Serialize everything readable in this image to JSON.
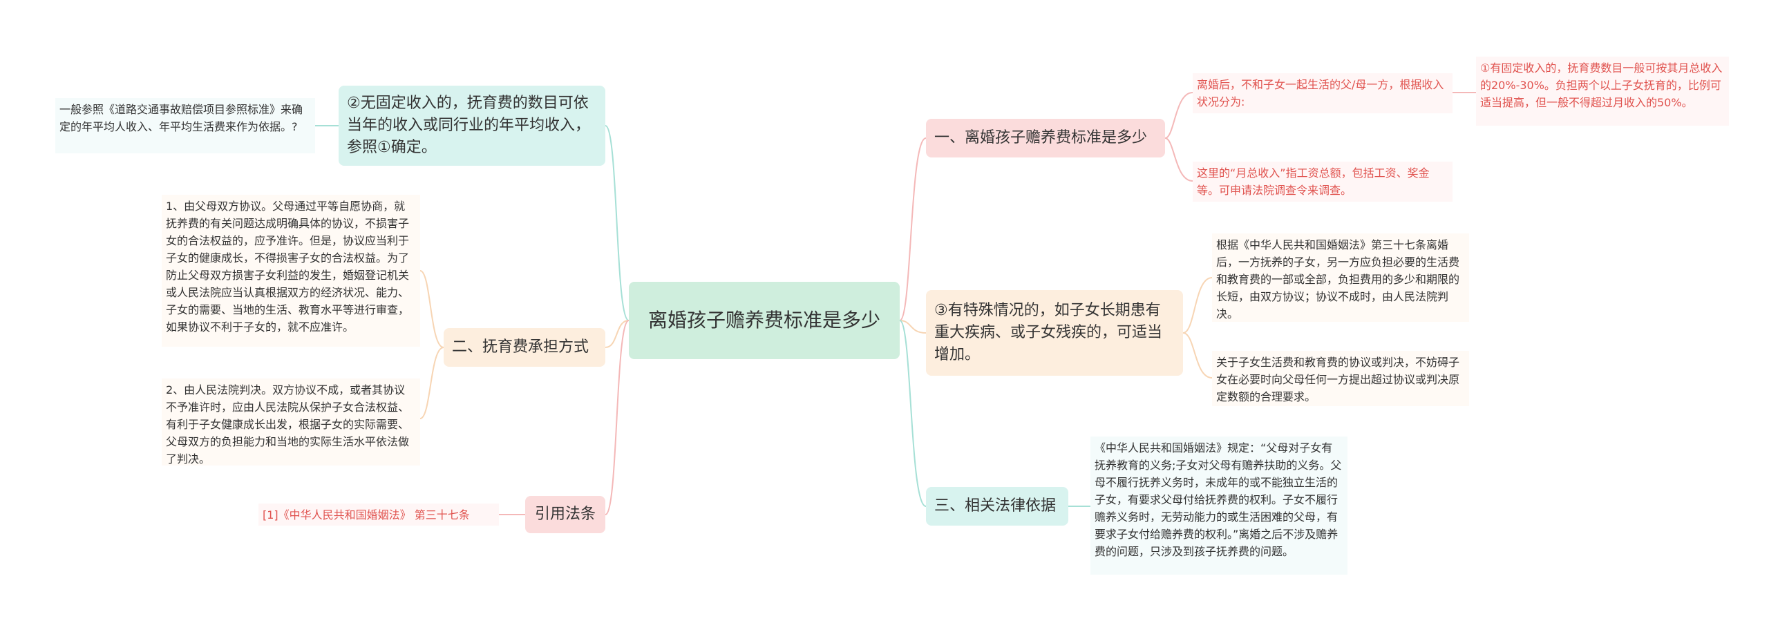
{
  "center": {
    "title": "离婚孩子赡养费标准是多少"
  },
  "right": {
    "standard": {
      "label": "一、离婚孩子赡养费标准是多少",
      "intro": "离婚后，不和子女一起生活的父/母一方，根据收入状况分为:",
      "fixed_income": "①有固定收入的，抚育费数目一般可按其月总收入的20%-30%。负担两个以上子女抚育的，比例可适当提高，但一般不得超过月收入的50%。",
      "income_note": "这里的“月总收入”指工资总额，包括工资、奖金等。可申请法院调查令来调查。"
    },
    "special": {
      "label": "③有特殊情况的，如子女长期患有重大疾病、或子女残疾的，可适当增加。",
      "law_basis": "根据《中华人民共和国婚姻法》第三十七条离婚后，一方抚养的子女，另一方应负担必要的生活费和教育费的一部或全部，负担费用的多少和期限的长短，由双方协议；协议不成时，由人民法院判决。",
      "agreement_note": "关于子女生活费和教育费的协议或判决，不妨碍子女在必要时向父母任何一方提出超过协议或判决原定数额的合理要求。"
    },
    "legal": {
      "label": "三、相关法律依据",
      "content": "《中华人民共和国婚姻法》规定：“父母对子女有抚养教育的义务;子女对父母有赡养扶助的义务。父母不履行抚养义务时，未成年的或不能独立生活的子女，有要求父母付给抚养费的权利。子女不履行赡养义务时，无劳动能力的或生活困难的父母，有要求子女付给赡养费的权利。”离婚之后不涉及赡养费的问题，只涉及到孩子抚养费的问题。"
    }
  },
  "left": {
    "variable": {
      "label": "②无固定收入的，抚育费的数目可依当年的收入或同行业的年平均收入，参照①确定。",
      "reference": "一般参照《道路交通事故赔偿项目参照标准》来确定的年平均人收入、年平均生活费来作为依据。?"
    },
    "method": {
      "label": "二、抚育费承担方式",
      "agreement": "1、由父母双方协议。父母通过平等自愿协商，就抚养费的有关问题达成明确具体的协议，不损害子女的合法权益的，应予准许。但是，协议应当利于子女的健康成长，不得损害子女的合法权益。为了防止父母双方损害子女利益的发生，婚姻登记机关或人民法院应当认真根据双方的经济状况、能力、子女的需要、当地的生活、教育水平等进行审查，如果协议不利于子女的，就不应准许。",
      "court": "2、由人民法院判决。双方协议不成，或者其协议不予准许时，应由人民法院从保护子女合法权益、有利于子女健康成长出发，根据子女的实际需要、父母双方的负担能力和当地的实际生活水平依法做了判决。"
    },
    "citation": {
      "label": "引用法条",
      "item": "[1]《中华人民共和国婚姻法》 第三十七条"
    }
  },
  "colors": {
    "pink": "#fbdcdc",
    "peach": "#fdeede",
    "cyan": "#d8f3ef",
    "center": "#cfeedd",
    "red_text": "#e0524e"
  }
}
